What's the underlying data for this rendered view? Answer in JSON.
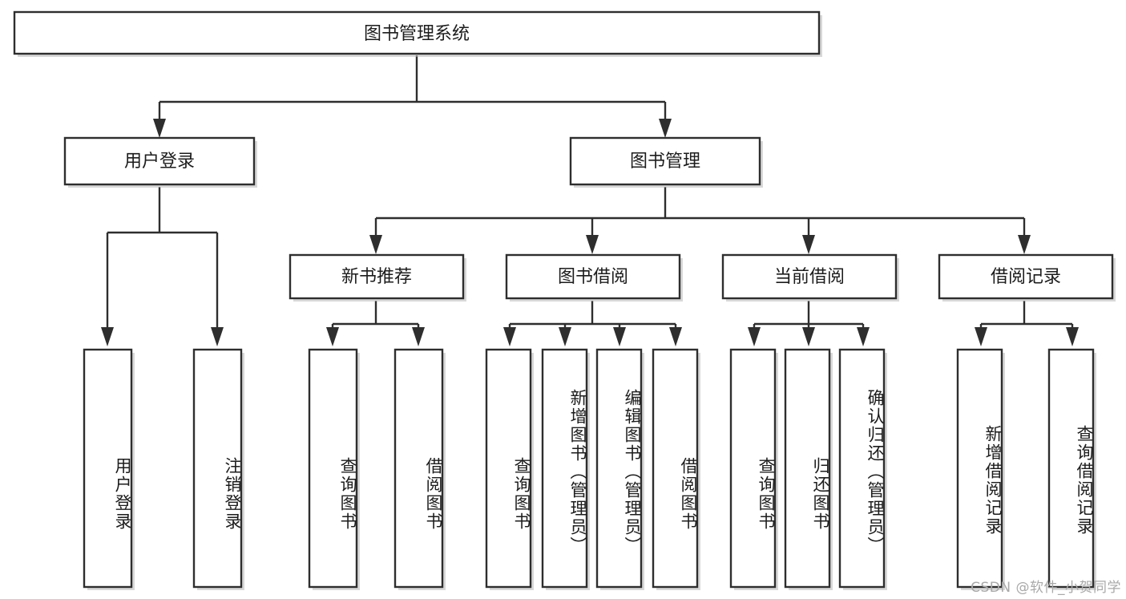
{
  "diagram": {
    "type": "tree-hierarchy",
    "title": "图书管理系统",
    "watermark": "CSDN @软件_小贺同学",
    "colors": {
      "background": "#ffffff",
      "box_fill": "#ffffff",
      "box_stroke": "#2e2e2e",
      "connector": "#2e2e2e",
      "text": "#1c1c1c",
      "watermark": "#a9a9a9"
    },
    "root": {
      "label": "图书管理系统"
    },
    "level2": [
      {
        "label": "用户登录"
      },
      {
        "label": "图书管理"
      }
    ],
    "level3": [
      {
        "label": "新书推荐"
      },
      {
        "label": "图书借阅"
      },
      {
        "label": "当前借阅"
      },
      {
        "label": "借阅记录"
      }
    ],
    "leaves": {
      "user_login": [
        {
          "label": "用户登录"
        },
        {
          "label": "注销登录"
        }
      ],
      "new_book_recommend": [
        {
          "label": "查询图书"
        },
        {
          "label": "借阅图书"
        }
      ],
      "book_borrow": [
        {
          "label": "查询图书"
        },
        {
          "label": "新增图书（管理员）"
        },
        {
          "label": "编辑图书（管理员）"
        },
        {
          "label": "借阅图书"
        }
      ],
      "current_borrow": [
        {
          "label": "查询图书"
        },
        {
          "label": "归还图书"
        },
        {
          "label": "确认归还（管理员）"
        }
      ],
      "borrow_record": [
        {
          "label": "新增借阅记录"
        },
        {
          "label": "查询借阅记录"
        }
      ]
    }
  }
}
